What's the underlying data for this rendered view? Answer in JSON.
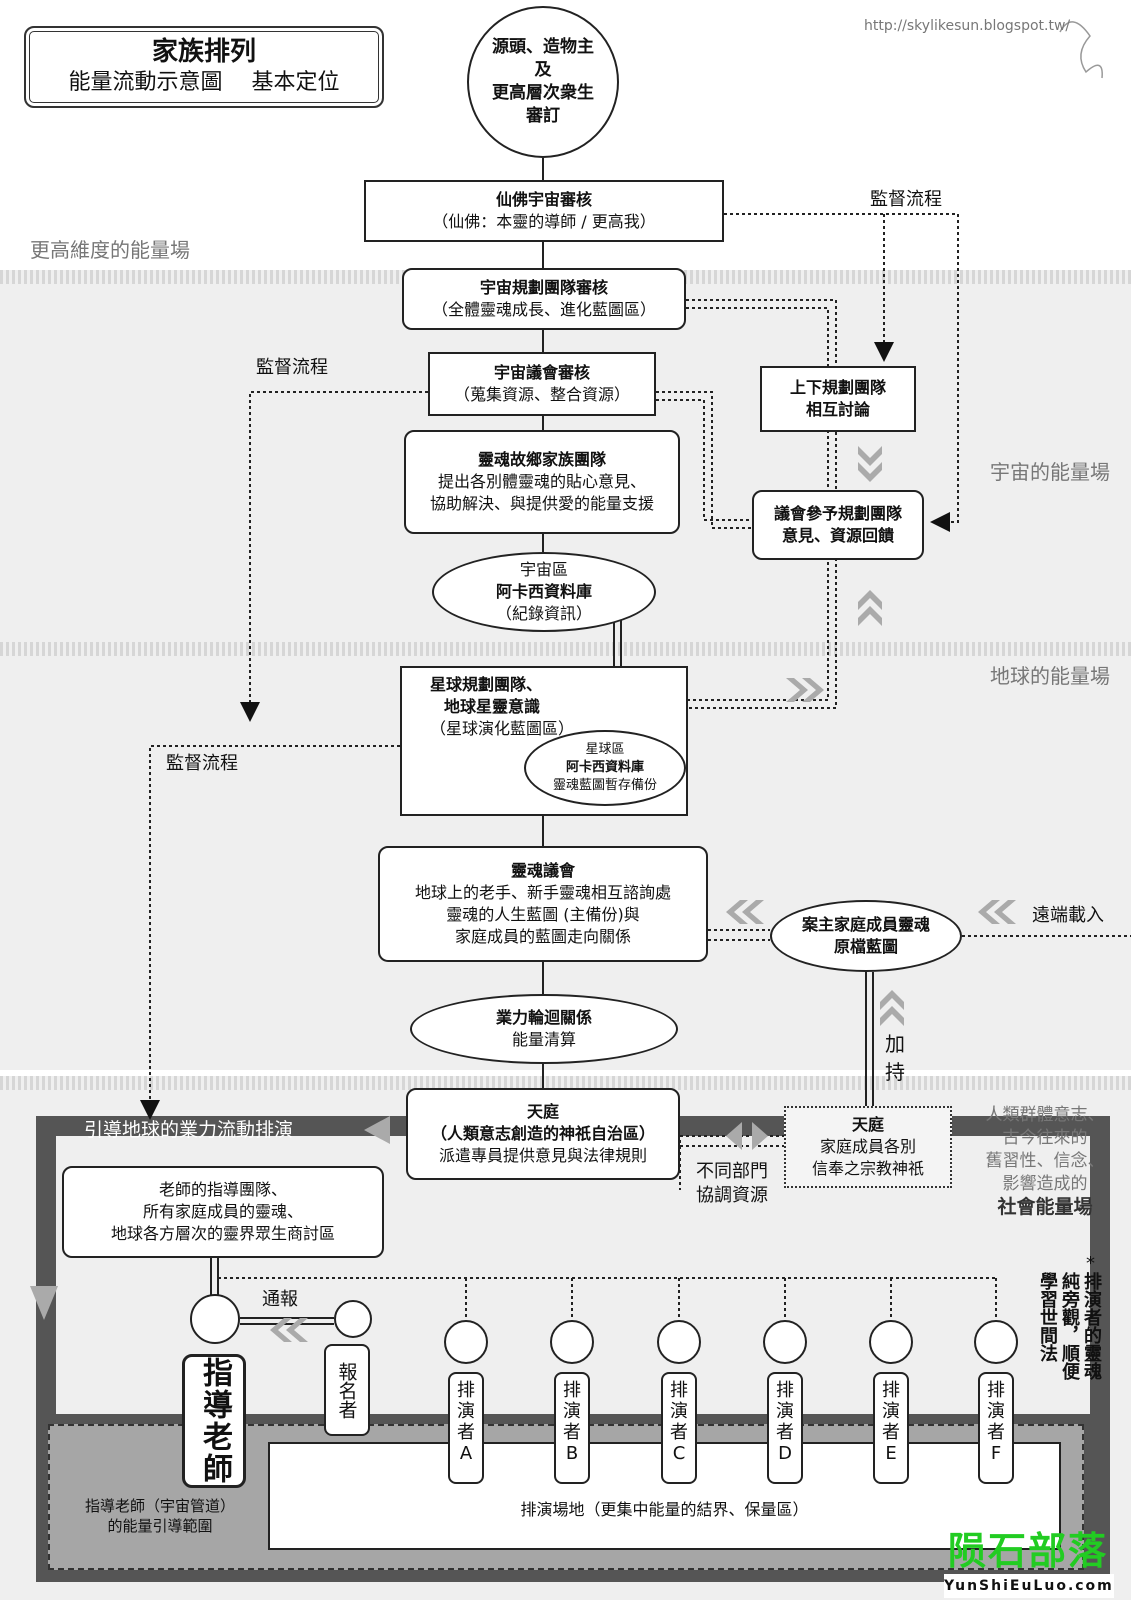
{
  "title": {
    "main": "家族排列",
    "sub": "能量流動示意圖　 基本定位"
  },
  "watermark_url": "http://skylikesun.blogspot.tw/",
  "zones": {
    "higher": "更高維度的能量場",
    "cosmic": "宇宙的能量場",
    "earth": "地球的能量場"
  },
  "source": {
    "lines": [
      "源頭、造物主",
      "及",
      "更高層次衆生",
      "審訂"
    ]
  },
  "immortal_review": {
    "title": "仙佛宇宙審核",
    "sub": "（仙佛：本靈的導師 / 更高我）"
  },
  "cosmic_planning": {
    "title": "宇宙規劃團隊審核",
    "sub": "（全體靈魂成長、進化藍圖區）"
  },
  "cosmic_council": {
    "title": "宇宙議會審核",
    "sub": "（蒐集資源、整合資源）"
  },
  "soul_hometeam": {
    "title": "靈魂故鄉家族團隊",
    "line1": "提出各別體靈魂的貼心意見、",
    "line2": "協助解決、與提供愛的能量支援"
  },
  "akashic_cosmic": {
    "top": "宇宙區",
    "title": "阿卡西資料庫",
    "sub": "（紀錄資訊）"
  },
  "planning_discuss": {
    "line1": "上下規劃團隊",
    "line2": "相互討論"
  },
  "council_feedback": {
    "line1": "議會參予規劃團隊",
    "line2": "意見、資源回饋"
  },
  "supervision": {
    "a": "監督流程",
    "b": "監督流程",
    "c": "監督流程"
  },
  "planet_team": {
    "line1": "星球規劃團隊、",
    "line2": "地球星靈意識",
    "line3": "（星球演化藍圖區）"
  },
  "akashic_planet": {
    "top": "星球區",
    "title": "阿卡西資料庫",
    "sub": "靈魂藍圖暫存備份"
  },
  "soul_council": {
    "title": "靈魂議會",
    "line1": "地球上的老手、新手靈魂相互諮詢處",
    "line2": "靈魂的人生藍圖 (主備份)與",
    "line3": "家庭成員的藍圖走向關係"
  },
  "case_soul": {
    "line1": "案主家庭成員靈魂",
    "line2": "原檔藍圖"
  },
  "remote_load": "遠端載入",
  "karma": {
    "title": "業力輪迴關係",
    "sub": "能量清算"
  },
  "add_support": {
    "c1": "加",
    "c2": "持"
  },
  "heaven": {
    "title": "天庭",
    "line1": "（人類意志創造的神祇自治區）",
    "line2": "派遣專員提供意見與法律規則"
  },
  "heaven_family": {
    "title": "天庭",
    "line1": "家庭成員各別",
    "line2": "信奉之宗教神祇"
  },
  "dept_coord": {
    "line1": "不同部門",
    "line2": "協調資源"
  },
  "social": {
    "line1": "人類群體意志、",
    "line2": "古今往來的",
    "line3": "舊習性、信念、",
    "line4": "影響造成的",
    "bold": "社會能量場"
  },
  "guide_earth": "引導地球的業力流動排演",
  "teacher_team": {
    "line1": "老師的指導團隊、",
    "line2": "所有家庭成員的靈魂、",
    "line3": "地球各方層次的靈界眾生商討區"
  },
  "notify": "通報",
  "guide_teacher": "指導老師",
  "registrant": "報名者",
  "performer_word": "排演者",
  "performers": [
    "A",
    "B",
    "C",
    "D",
    "E",
    "F"
  ],
  "note": {
    "star": "*",
    "col1": "排演者的靈魂",
    "col2": "純旁觀，順便",
    "col3": "學習世間法"
  },
  "teacher_range": {
    "line1": "指導老師（宇宙管道）",
    "line2": "的能量引導範圍"
  },
  "stage_area": "排演場地（更集中能量的結界、保量區）",
  "brand": {
    "cn": "陨石部落",
    "en": "YunShiEuLuo.com"
  },
  "colors": {
    "band": "#efefef",
    "dark_frame": "#555555",
    "stage_grey": "#a6a6a6",
    "brand_green": "#22cc22"
  }
}
